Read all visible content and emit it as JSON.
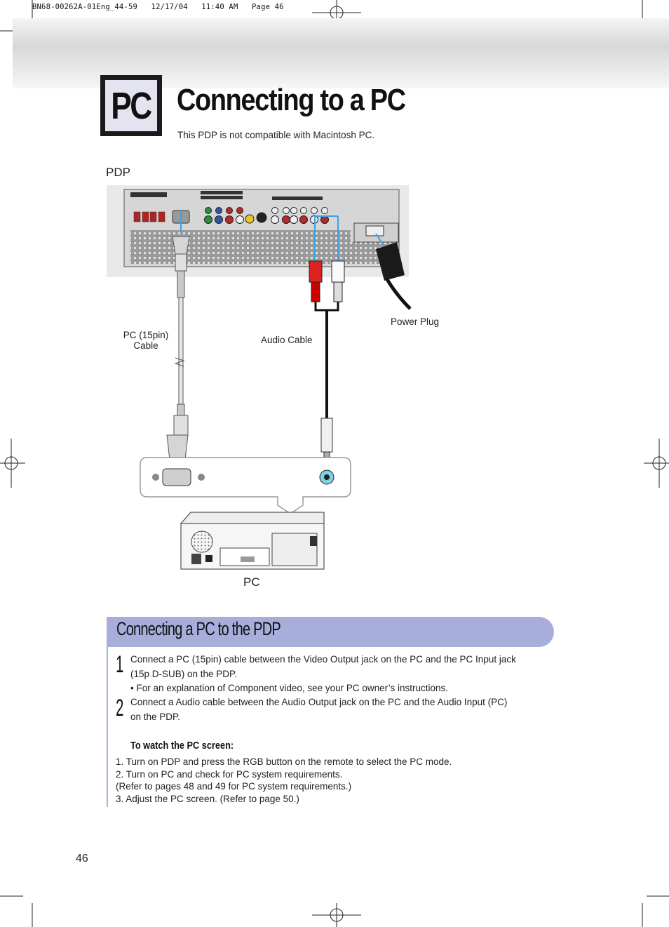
{
  "slug": "BN68-00262A-01Eng_44-59   12/17/04   11:40 AM   Page 46",
  "header": {
    "badge": "PC",
    "title": "Connecting to a PC",
    "subtitle": "This PDP is not compatible with Macintosh PC."
  },
  "diagram": {
    "pdp_label": "PDP",
    "pc_label": "PC",
    "pc_cable_line1": "PC (15pin)",
    "pc_cable_line2": "Cable",
    "audio_cable": "Audio Cable",
    "power_plug": "Power Plug"
  },
  "section": {
    "title": "Connecting a PC to the PDP",
    "steps": [
      {
        "number": "1",
        "lines": [
          "Connect a PC (15pin) cable between the Video Output jack on the PC and the PC Input jack",
          "(15p D-SUB) on the PDP.",
          "• For an explanation of Component video, see your PC owner’s instructions."
        ]
      },
      {
        "number": "2",
        "lines": [
          "Connect a Audio cable between the Audio Output jack on the PC and the Audio Input (PC)",
          "on the PDP."
        ]
      }
    ],
    "watch_heading": "To watch the PC screen:",
    "watch_items": [
      "1.  Turn on PDP and press the RGB button on the remote to select the PC mode.",
      "2.  Turn on PC and check for PC system requirements.",
      "      (Refer to pages 48 and 49 for PC system requirements.)",
      "3.  Adjust the PC screen. (Refer to page 50.)"
    ]
  },
  "page_number": "46"
}
